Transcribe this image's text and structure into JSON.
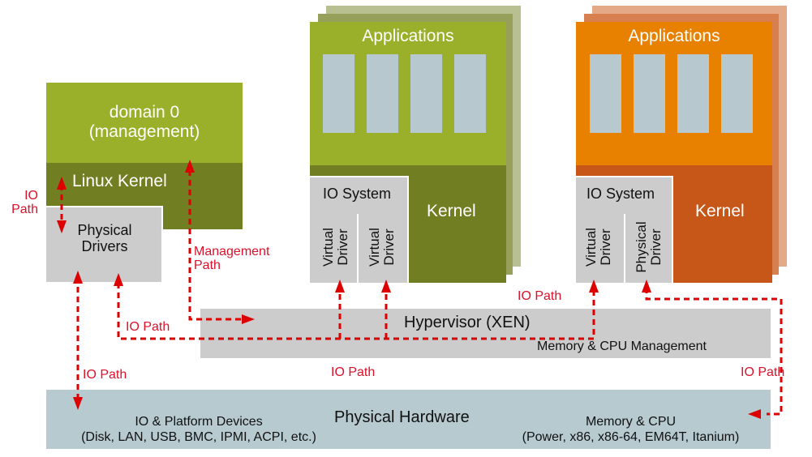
{
  "colors": {
    "dom0_top": "#9bb02a",
    "dom0_kernel": "#717e22",
    "guest_green_top": "#9bb02a",
    "guest_green_kernel": "#717e22",
    "guest_green_shadow1": "#97a05a",
    "guest_green_shadow2": "#b8bf90",
    "guest_orange_top": "#e88100",
    "guest_orange_kernel": "#c75719",
    "guest_orange_shadow1": "#d87f4f",
    "guest_orange_shadow2": "#e4a987",
    "app_slot": "#b7c9cf",
    "io_gray": "#cccccc",
    "hypervisor": "#cccccc",
    "hardware": "#b6cad0",
    "path_red": "#dd0000",
    "label_red": "#d9112a"
  },
  "dom0": {
    "title_line1": "domain 0",
    "title_line2": "(management)",
    "kernel_label": "Linux Kernel",
    "drivers_line1": "Physical",
    "drivers_line2": "Drivers"
  },
  "guest_green": {
    "apps_label": "Applications",
    "app_slots": 4,
    "io_label": "IO System",
    "kernel_label": "Kernel",
    "driver1": [
      "Virtual",
      "Driver"
    ],
    "driver2": [
      "Virtual",
      "Driver"
    ]
  },
  "guest_orange": {
    "apps_label": "Applications",
    "app_slots": 4,
    "io_label": "IO System",
    "kernel_label": "Kernel",
    "driver1": [
      "Virtual",
      "Driver"
    ],
    "driver2": [
      "Physical",
      "Driver"
    ]
  },
  "hypervisor": {
    "title": "Hypervisor (XEN)",
    "subtitle": "Memory & CPU Management"
  },
  "hardware": {
    "title": "Physical Hardware",
    "left_line1": "IO & Platform Devices",
    "left_line2": "(Disk, LAN, USB, BMC, IPMI, ACPI, etc.)",
    "right_line1": "Memory & CPU",
    "right_line2": "(Power, x86, x86-64, EM64T, Itanium)"
  },
  "path_labels": {
    "io_dom0_line1": "IO",
    "io_dom0_line2": "Path",
    "management_line1": "Management",
    "management_line2": "Path",
    "io_left_hyper": "IO Path",
    "io_left_hw": "IO Path",
    "io_center": "IO Path",
    "io_orange_virtual": "IO Path",
    "io_right_hw": "IO Path"
  }
}
